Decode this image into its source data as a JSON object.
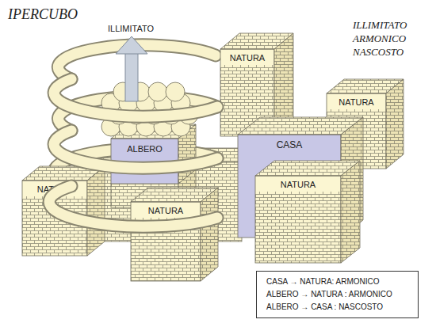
{
  "diagram": {
    "title": "IPERCUBO",
    "nodes": [
      {
        "text": [
          "NATURA"
        ]
      },
      {
        "text": [
          "NATURA"
        ]
      },
      {
        "text": [
          "ALBERO"
        ]
      },
      {
        "text": [
          "CASA"
        ]
      },
      {
        "text": [
          "NATURA"
        ]
      },
      {
        "text": [
          "NATURA"
        ]
      },
      {
        "text": [
          "NATURA"
        ]
      },
      {
        "text": [
          "CASA → NATURA: ARMONICO",
          "ALBERO → NATURA : ARMONICO",
          "ALBERO → CASA : NASCOSTO"
        ]
      }
    ],
    "labels": [
      "ILLIMITATO",
      "ILLIMITATO",
      "ARMONICO",
      "NASCOSTO"
    ]
  }
}
